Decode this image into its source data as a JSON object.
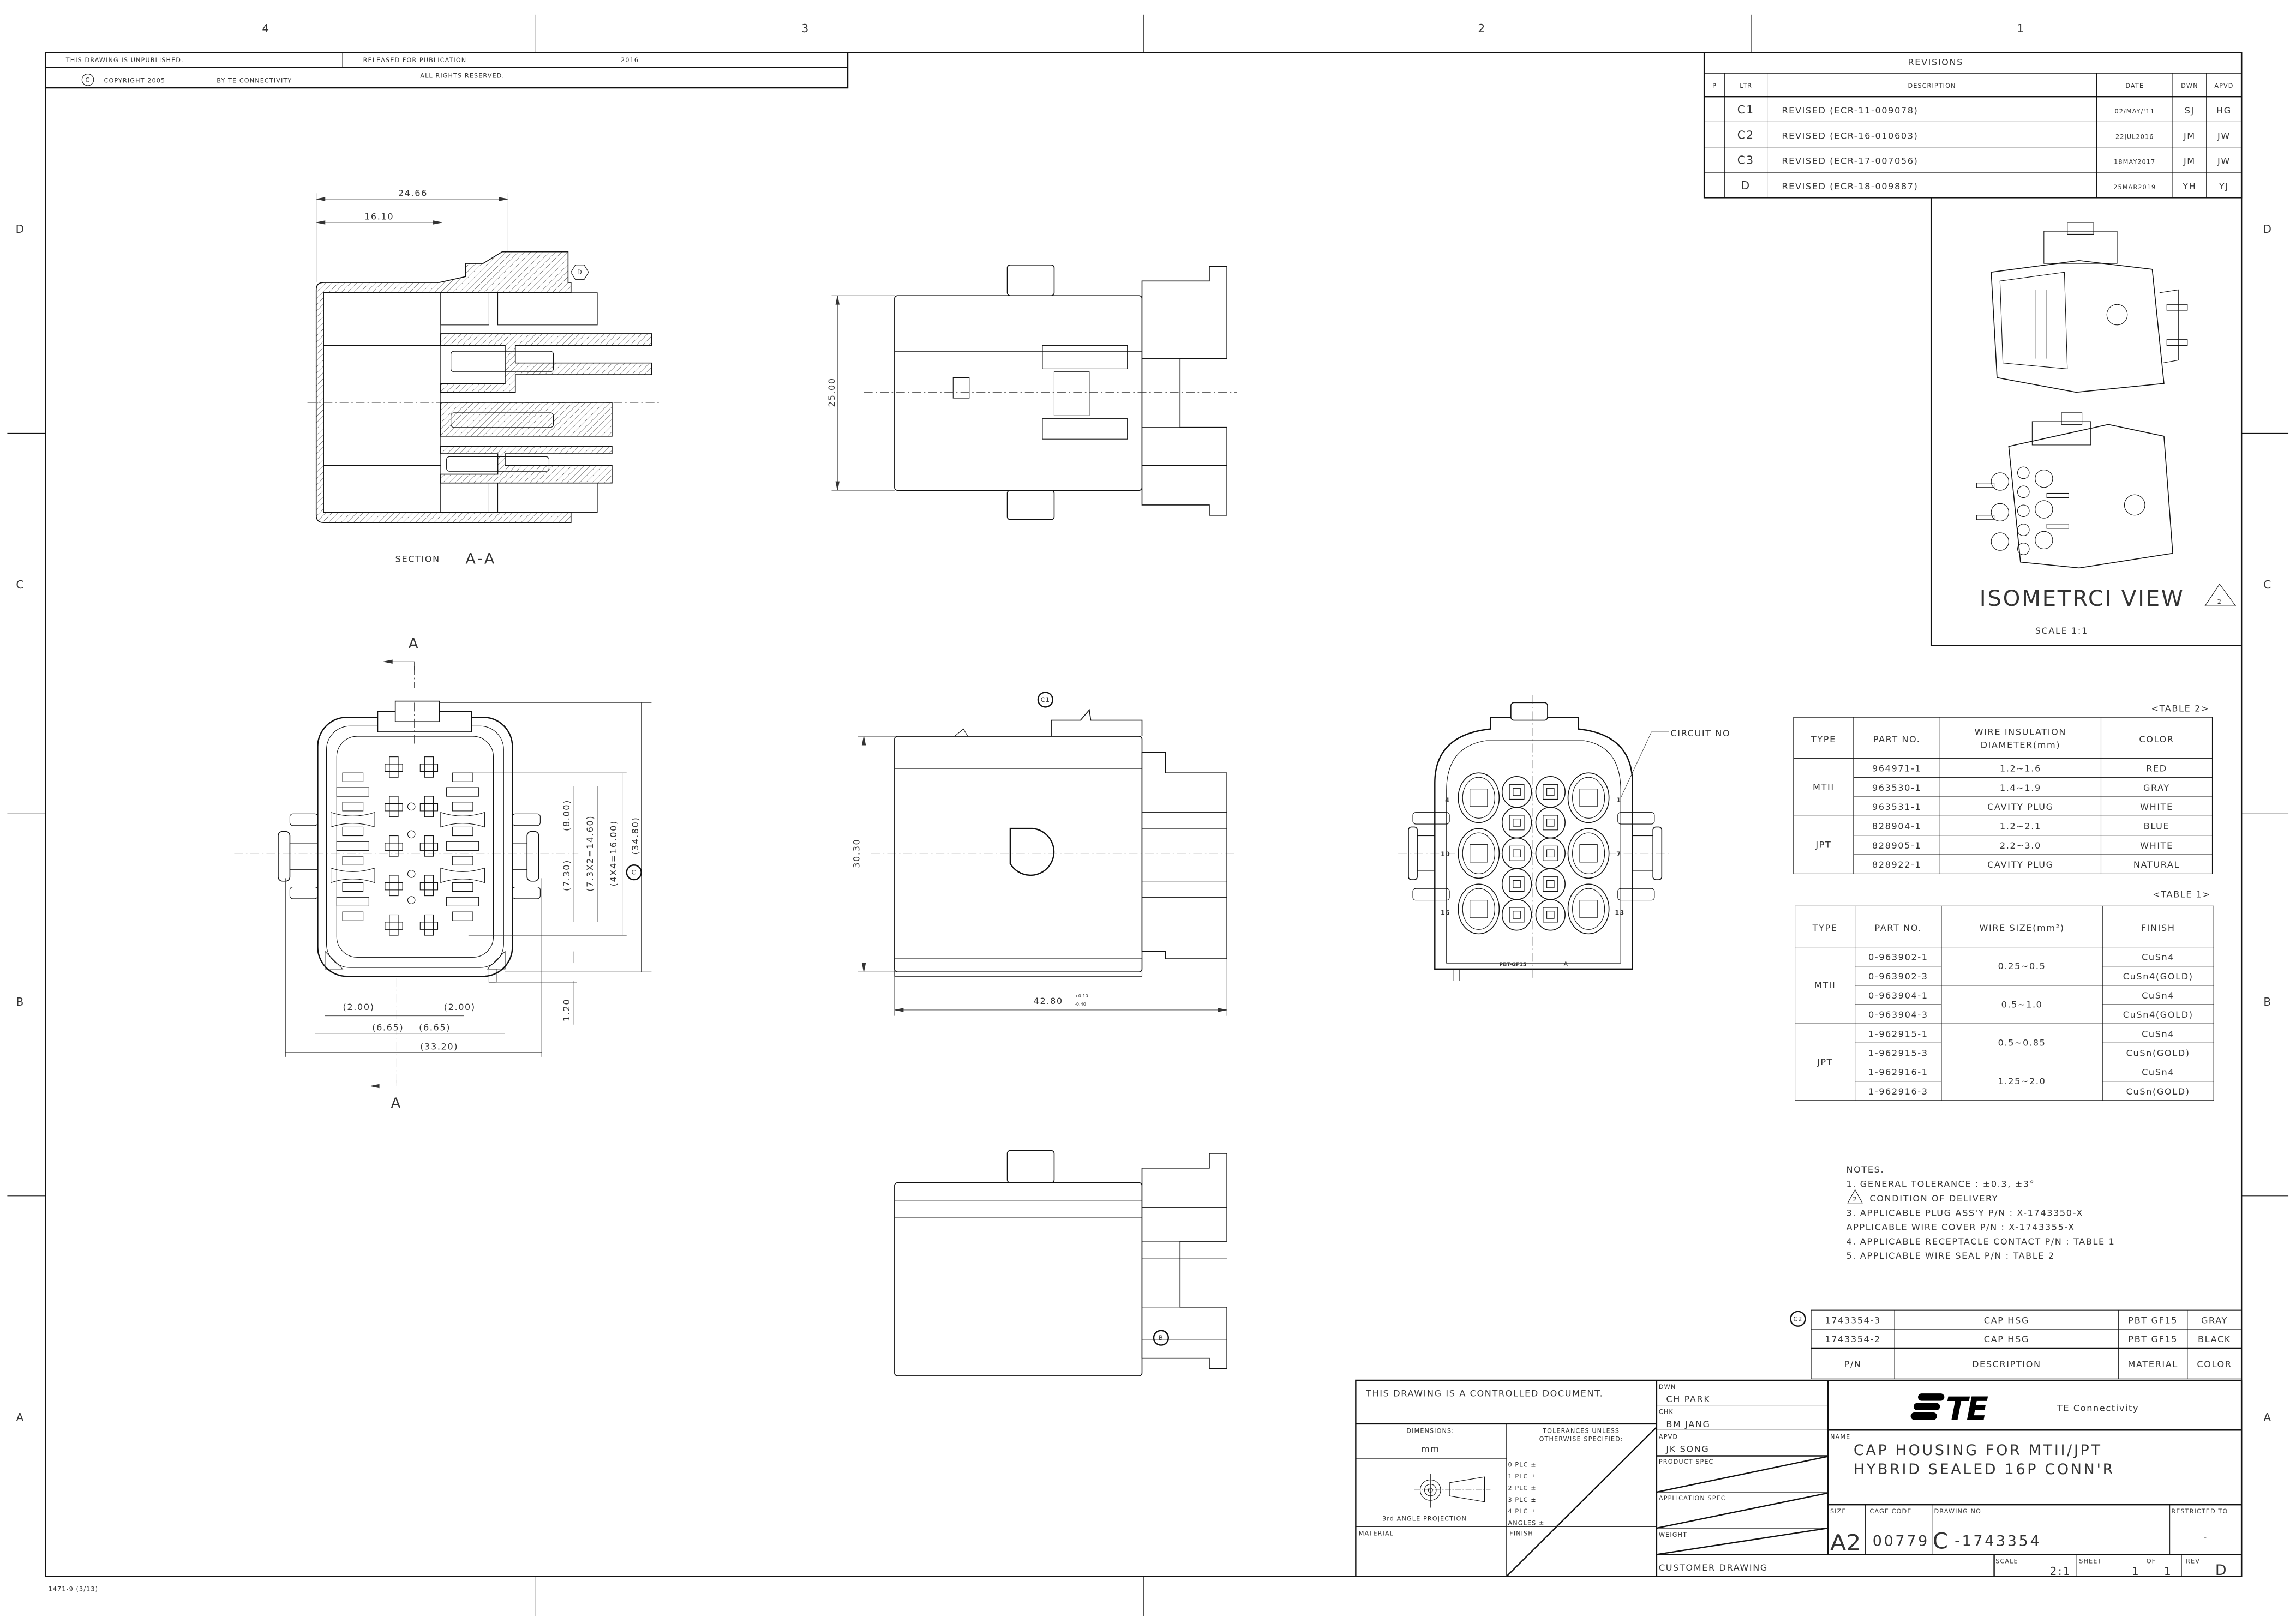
{
  "zones": {
    "columns": [
      "4",
      "3",
      "2",
      "1"
    ],
    "rows": [
      "D",
      "C",
      "B",
      "A"
    ]
  },
  "form_code": "1471-9 (3/13)",
  "header_box": {
    "unpublished": "THIS DRAWING IS UNPUBLISHED.",
    "released_label": "RELEASED FOR PUBLICATION",
    "released_year": "2016",
    "copyright_symbol": "C",
    "copyright": "COPYRIGHT 2005",
    "by": "BY TE CONNECTIVITY",
    "rights": "ALL RIGHTS RESERVED."
  },
  "revisions": {
    "title": "REVISIONS",
    "headers": [
      "P",
      "LTR",
      "DESCRIPTION",
      "DATE",
      "DWN",
      "APVD"
    ],
    "rows": [
      {
        "p": "",
        "ltr": "C1",
        "desc": "REVISED (ECR-11-009078)",
        "date": "02/MAY/'11",
        "dwn": "SJ",
        "apvd": "HG"
      },
      {
        "p": "",
        "ltr": "C2",
        "desc": "REVISED (ECR-16-010603)",
        "date": "22JUL2016",
        "dwn": "JM",
        "apvd": "JW"
      },
      {
        "p": "",
        "ltr": "C3",
        "desc": "REVISED (ECR-17-007056)",
        "date": "18MAY2017",
        "dwn": "JM",
        "apvd": "JW"
      },
      {
        "p": "",
        "ltr": "D",
        "desc": "REVISED (ECR-18-009887)",
        "date": "25MAR2019",
        "dwn": "YH",
        "apvd": "YJ"
      }
    ]
  },
  "isometric": {
    "title": "ISOMETRCI VIEW",
    "flag": "2",
    "scale": "SCALE  1:1"
  },
  "table2": {
    "label": "<TABLE 2>",
    "headers": [
      "TYPE",
      "PART NO.",
      "WIRE INSULATION",
      "DIAMETER(mm)",
      "COLOR"
    ],
    "groups": [
      {
        "type": "MTII",
        "rows": [
          {
            "part": "964971-1",
            "dia": "1.2~1.6",
            "color": "RED"
          },
          {
            "part": "963530-1",
            "dia": "1.4~1.9",
            "color": "GRAY"
          },
          {
            "part": "963531-1",
            "dia": "CAVITY PLUG",
            "color": "WHITE"
          }
        ]
      },
      {
        "type": "JPT",
        "rows": [
          {
            "part": "828904-1",
            "dia": "1.2~2.1",
            "color": "BLUE"
          },
          {
            "part": "828905-1",
            "dia": "2.2~3.0",
            "color": "WHITE"
          },
          {
            "part": "828922-1",
            "dia": "CAVITY PLUG",
            "color": "NATURAL"
          }
        ]
      }
    ]
  },
  "table1": {
    "label": "<TABLE 1>",
    "headers": [
      "TYPE",
      "PART NO.",
      "WIRE SIZE(mm²)",
      "FINISH"
    ],
    "groups": [
      {
        "type": "MTII",
        "sizes": [
          {
            "size": "0.25~0.5",
            "parts": [
              {
                "part": "0-963902-1",
                "finish": "CuSn4"
              },
              {
                "part": "0-963902-3",
                "finish": "CuSn4(GOLD)"
              }
            ]
          },
          {
            "size": "0.5~1.0",
            "parts": [
              {
                "part": "0-963904-1",
                "finish": "CuSn4"
              },
              {
                "part": "0-963904-3",
                "finish": "CuSn4(GOLD)"
              }
            ]
          }
        ]
      },
      {
        "type": "JPT",
        "sizes": [
          {
            "size": "0.5~0.85",
            "parts": [
              {
                "part": "1-962915-1",
                "finish": "CuSn4"
              },
              {
                "part": "1-962915-3",
                "finish": "CuSn(GOLD)"
              }
            ]
          },
          {
            "size": "1.25~2.0",
            "parts": [
              {
                "part": "1-962916-1",
                "finish": "CuSn4"
              },
              {
                "part": "1-962916-3",
                "finish": "CuSn(GOLD)"
              }
            ]
          }
        ]
      }
    ]
  },
  "notes": {
    "title": "NOTES.",
    "items": [
      {
        "flag": "",
        "text": "1. GENERAL TOLERANCE : ±0.3, ±3°"
      },
      {
        "flag": "2",
        "text": "CONDITION OF DELIVERY"
      },
      {
        "flag": "",
        "text": "3. APPLICABLE PLUG ASS'Y P/N : X-1743350-X"
      },
      {
        "flag": "",
        "text": "   APPLICABLE WIRE COVER P/N : X-1743355-X"
      },
      {
        "flag": "",
        "text": "4. APPLICABLE RECEPTACLE CONTACT P/N : TABLE 1"
      },
      {
        "flag": "",
        "text": "5. APPLICABLE WIRE SEAL P/N : TABLE 2"
      }
    ]
  },
  "parts": {
    "rev_flag": "C2",
    "rows": [
      {
        "pn": "1743354-3",
        "desc": "CAP HSG",
        "material": "PBT GF15",
        "color": "GRAY"
      },
      {
        "pn": "1743354-2",
        "desc": "CAP HSG",
        "material": "PBT GF15",
        "color": "BLACK"
      }
    ],
    "headers": {
      "pn": "P/N",
      "desc": "DESCRIPTION",
      "material": "MATERIAL",
      "color": "COLOR"
    }
  },
  "title_block": {
    "controlled": "THIS DRAWING IS A CONTROLLED DOCUMENT.",
    "dimensions_label": "DIMENSIONS:",
    "dimensions_unit": "mm",
    "tolerances_label_1": "TOLERANCES UNLESS",
    "tolerances_label_2": "OTHERWISE SPECIFIED:",
    "tolerances": [
      "0 PLC  ±",
      "1 PLC  ±",
      "2 PLC  ±",
      "3 PLC  ±",
      "4 PLC  ±"
    ],
    "angles": "ANGLES      ±",
    "projection": "3rd ANGLE PROJECTION",
    "material_label": "MATERIAL",
    "material_value": "-",
    "finish_label": "FINISH",
    "finish_value": "-",
    "dwn_label": "DWN",
    "dwn": "CH PARK",
    "chk_label": "CHK",
    "chk": "BM JANG",
    "apvd_label": "APVD",
    "apvd": "JK SONG",
    "product_spec_label": "PRODUCT SPEC",
    "application_spec_label": "APPLICATION SPEC",
    "weight_label": "WEIGHT",
    "customer_drawing": "CUSTOMER DRAWING",
    "logo_text": "TE",
    "company": "TE Connectivity",
    "name_label": "NAME",
    "name_line1": "CAP HOUSING FOR MTII/JPT",
    "name_line2": "HYBRID SEALED 16P CONN'R",
    "size_label": "SIZE",
    "size": "A2",
    "cage_label": "CAGE CODE",
    "cage": "00779",
    "drawing_no_label": "DRAWING NO",
    "drawing_prefix": "C",
    "drawing_no": "-1743354",
    "restricted_label": "RESTRICTED TO",
    "restricted": "-",
    "scale_label": "SCALE",
    "scale": "2:1",
    "sheet_label": "SHEET",
    "sheet": "1",
    "of_label": "OF",
    "of": "1",
    "rev_label": "REV",
    "rev": "D"
  },
  "views": {
    "section": {
      "label": "SECTION",
      "id": "A-A",
      "dim_overall": "24.66",
      "dim_inner": "16.10",
      "rev_flag": "D"
    },
    "top": {
      "height": "25.00"
    },
    "front": {
      "cut": "A",
      "height_total": "(34.80)",
      "rev_flag": "C",
      "pitch_16": "(4X4=16.00)",
      "pitch_14": "(7.3X2=14.60)",
      "d8": "(8.00)",
      "d73": "(7.30)",
      "d2_left": "(2.00)",
      "d2_right": "(2.00)",
      "d665_left": "(6.65)",
      "d665_right": "(6.65)",
      "width": "(33.20)",
      "offset": "1.20"
    },
    "side": {
      "height": "30.30",
      "length": "42.80",
      "tol_plus": "+0.10",
      "tol_minus": "-0.40",
      "rev_flag": "C1"
    },
    "rear": {
      "callout": "CIRCUIT NO",
      "circuits": [
        "4",
        "1",
        "10",
        "7",
        "16",
        "13"
      ],
      "material_mark": "PBT-GF15",
      "mark": "A"
    },
    "bottom": {
      "rev_flag": "B"
    }
  }
}
